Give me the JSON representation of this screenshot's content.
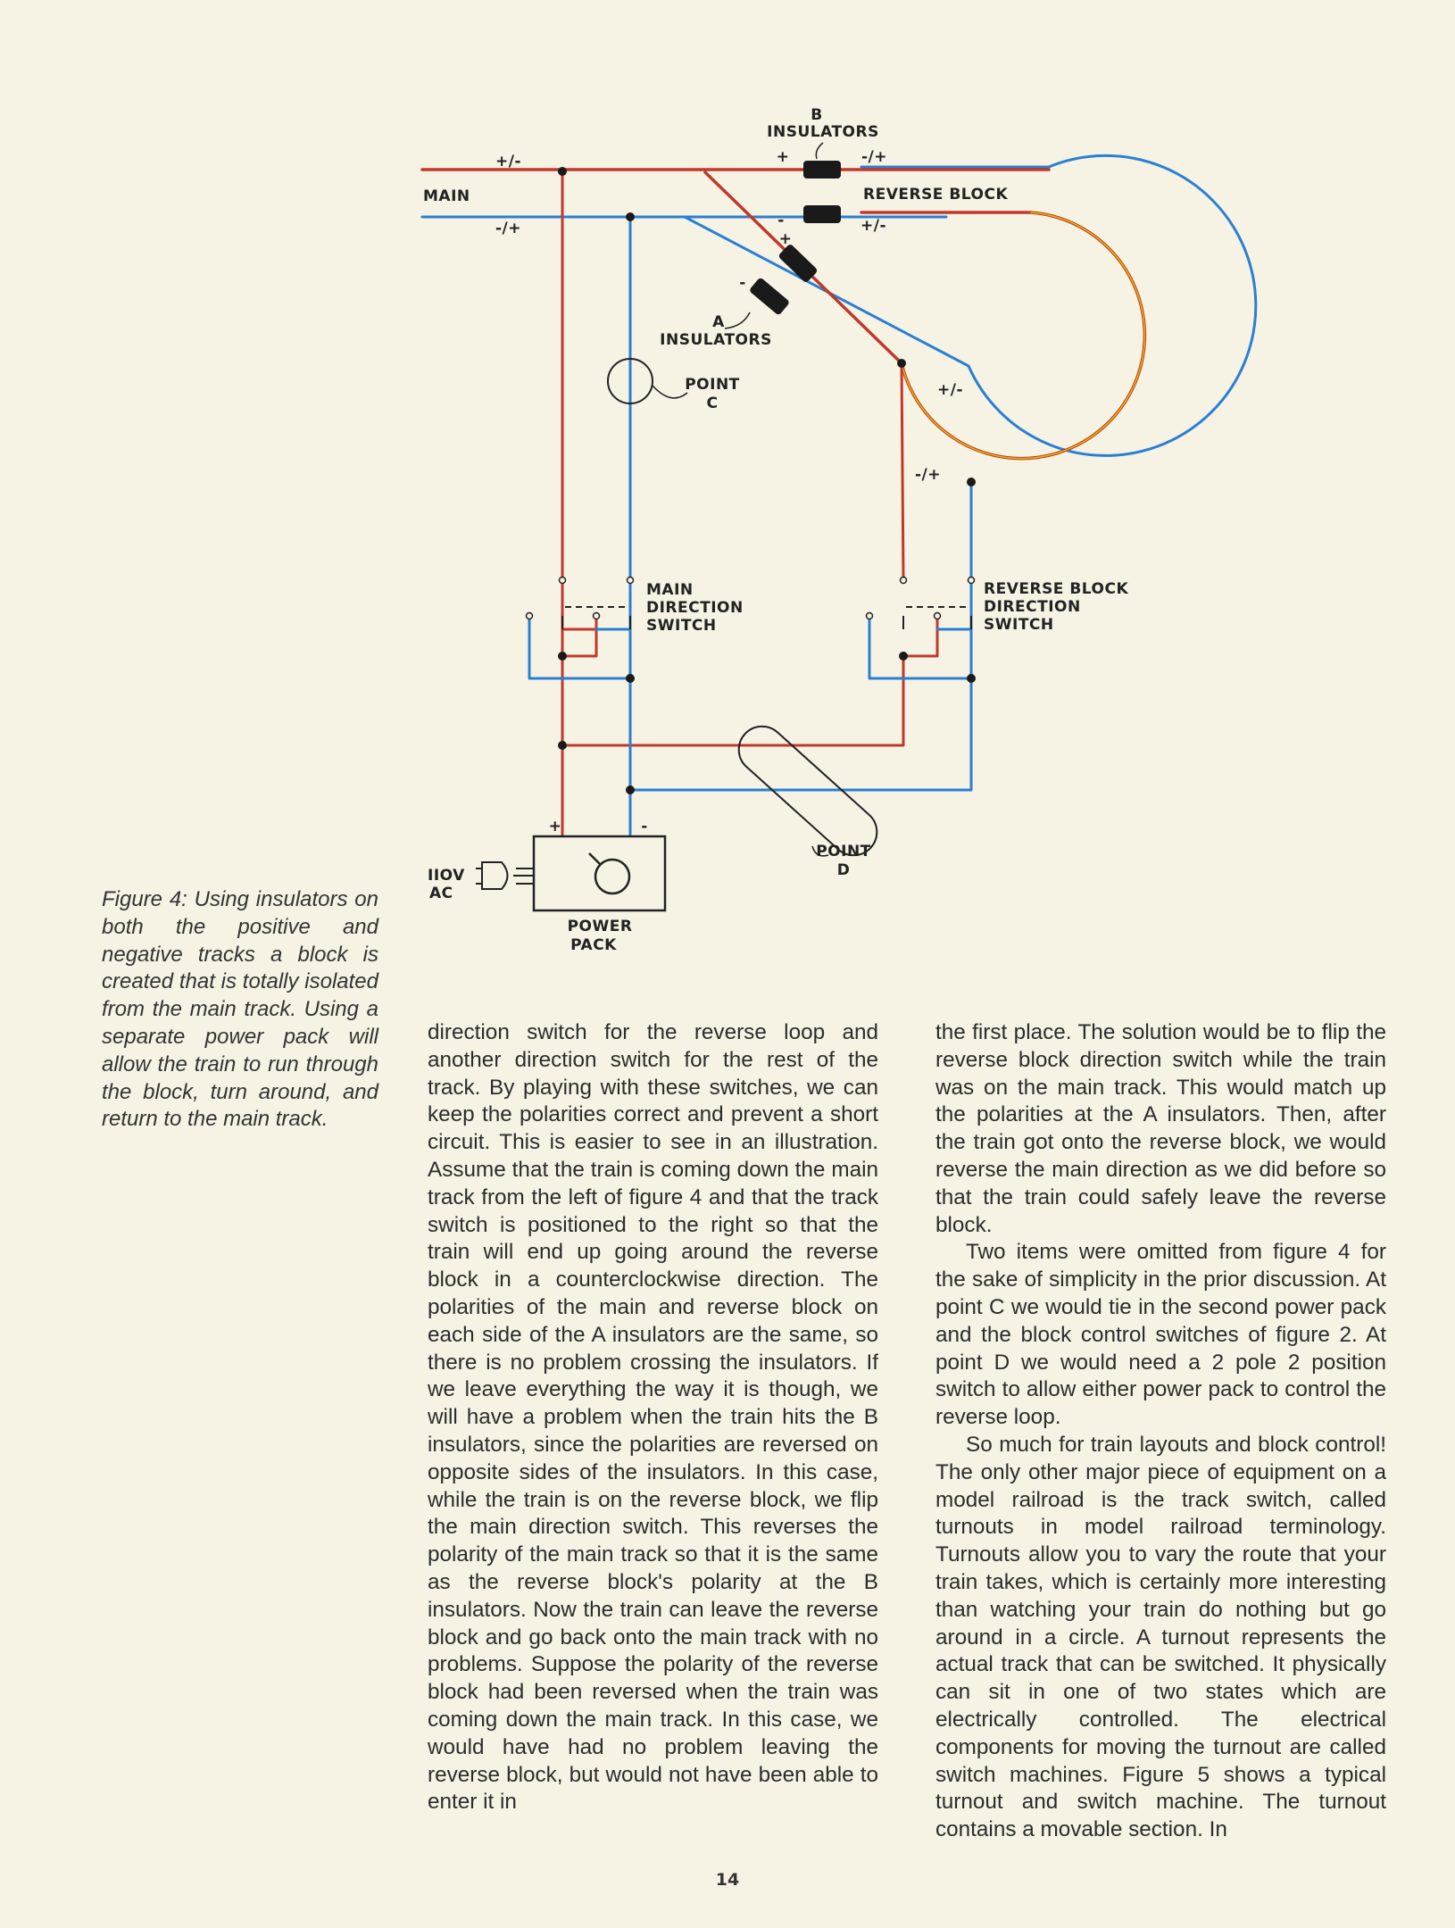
{
  "figure": {
    "labels": {
      "b": "B",
      "insulators_top": "INSULATORS",
      "plus_b": "+",
      "minus_plus_b": "-/+",
      "reverse_block": "REVERSE BLOCK",
      "minus_b": "-",
      "plus_minus_b": "+/-",
      "plus_minus_main": "+/-",
      "main": "MAIN",
      "minus_plus_main": "-/+",
      "plus_a": "+",
      "minus_a": "-",
      "a": "A",
      "insulators_a": "INSULATORS",
      "point_c_1": "POINT",
      "point_c_2": "C",
      "plus_minus_loop": "+/-",
      "minus_plus_loop": "-/+",
      "main_dir_1": "MAIN",
      "main_dir_2": "DIRECTION",
      "main_dir_3": "SWITCH",
      "rev_dir_1": "REVERSE BLOCK",
      "rev_dir_2": "DIRECTION",
      "rev_dir_3": "SWITCH",
      "pack_plus": "+",
      "pack_minus": "-",
      "point_d_1": "POINT",
      "point_d_2": "D",
      "ac_1": "IIOV",
      "ac_2": "AC",
      "power_1": "POWER",
      "power_2": "PACK"
    },
    "colors": {
      "positive": "#c0392b",
      "negative": "#2a7fd4",
      "ink": "#222222",
      "insulator": "#1a1a1a"
    }
  },
  "caption": "Figure 4: Using insulators on both the positive and negative tracks a block is created that is totally isolated from the main track. Using a separate power pack will allow the train to run through the block, turn around, and return to the main track.",
  "columns": {
    "left": [
      "direction switch for the reverse loop and another direction switch for the rest of the track. By playing with these switches, we can keep the polarities correct and prevent a short circuit. This is easier to see in an illustration. Assume that the train is coming down the main track from the left of figure 4 and that the track switch is positioned to the right so that the train will end up going around the reverse block in a counterclockwise direction. The polarities of the main and reverse block on each side of the A insulators are the same, so there is no problem crossing the insulators. If we leave everything the way it is though, we will have a problem when the train hits the B insulators, since the polarities are reversed on opposite sides of the insulators. In this case, while the train is on the reverse block, we flip the main direction switch. This reverses the polarity of the main track so that it is the same as the reverse block's polarity at the B insulators. Now the train can leave the reverse block and go back onto the main track with no problems. Suppose the polarity of the reverse block had been reversed when the train was coming down the main track. In this case, we would have had no problem leaving the reverse block, but would not have been able to enter it in"
    ],
    "right": [
      "the first place. The solution would be to flip the reverse block direction switch while the train was on the main track. This would match up the polarities at the A insulators. Then, after the train got onto the reverse block, we would reverse the main direction as we did before so that the train could safely leave the reverse block.",
      "Two items were omitted from figure 4 for the sake of simplicity in the prior discussion. At point C we would tie in the second power pack and the block control switches of figure 2. At point D we would need a 2 pole 2 position switch to allow either power pack to control the reverse loop.",
      "So much for train layouts and block control! The only other major piece of equipment on a model railroad is the track switch, called turnouts in model railroad terminology. Turnouts allow you to vary the route that your train takes, which is certainly more interesting than watching your train do nothing but go around in a circle. A turnout represents the actual track that can be switched. It physically can sit in one of two states which are electrically controlled. The electrical components for moving the turnout are called switch machines. Figure 5 shows a typical turnout and switch machine. The turnout contains a movable section. In"
    ]
  },
  "page_number": "14"
}
